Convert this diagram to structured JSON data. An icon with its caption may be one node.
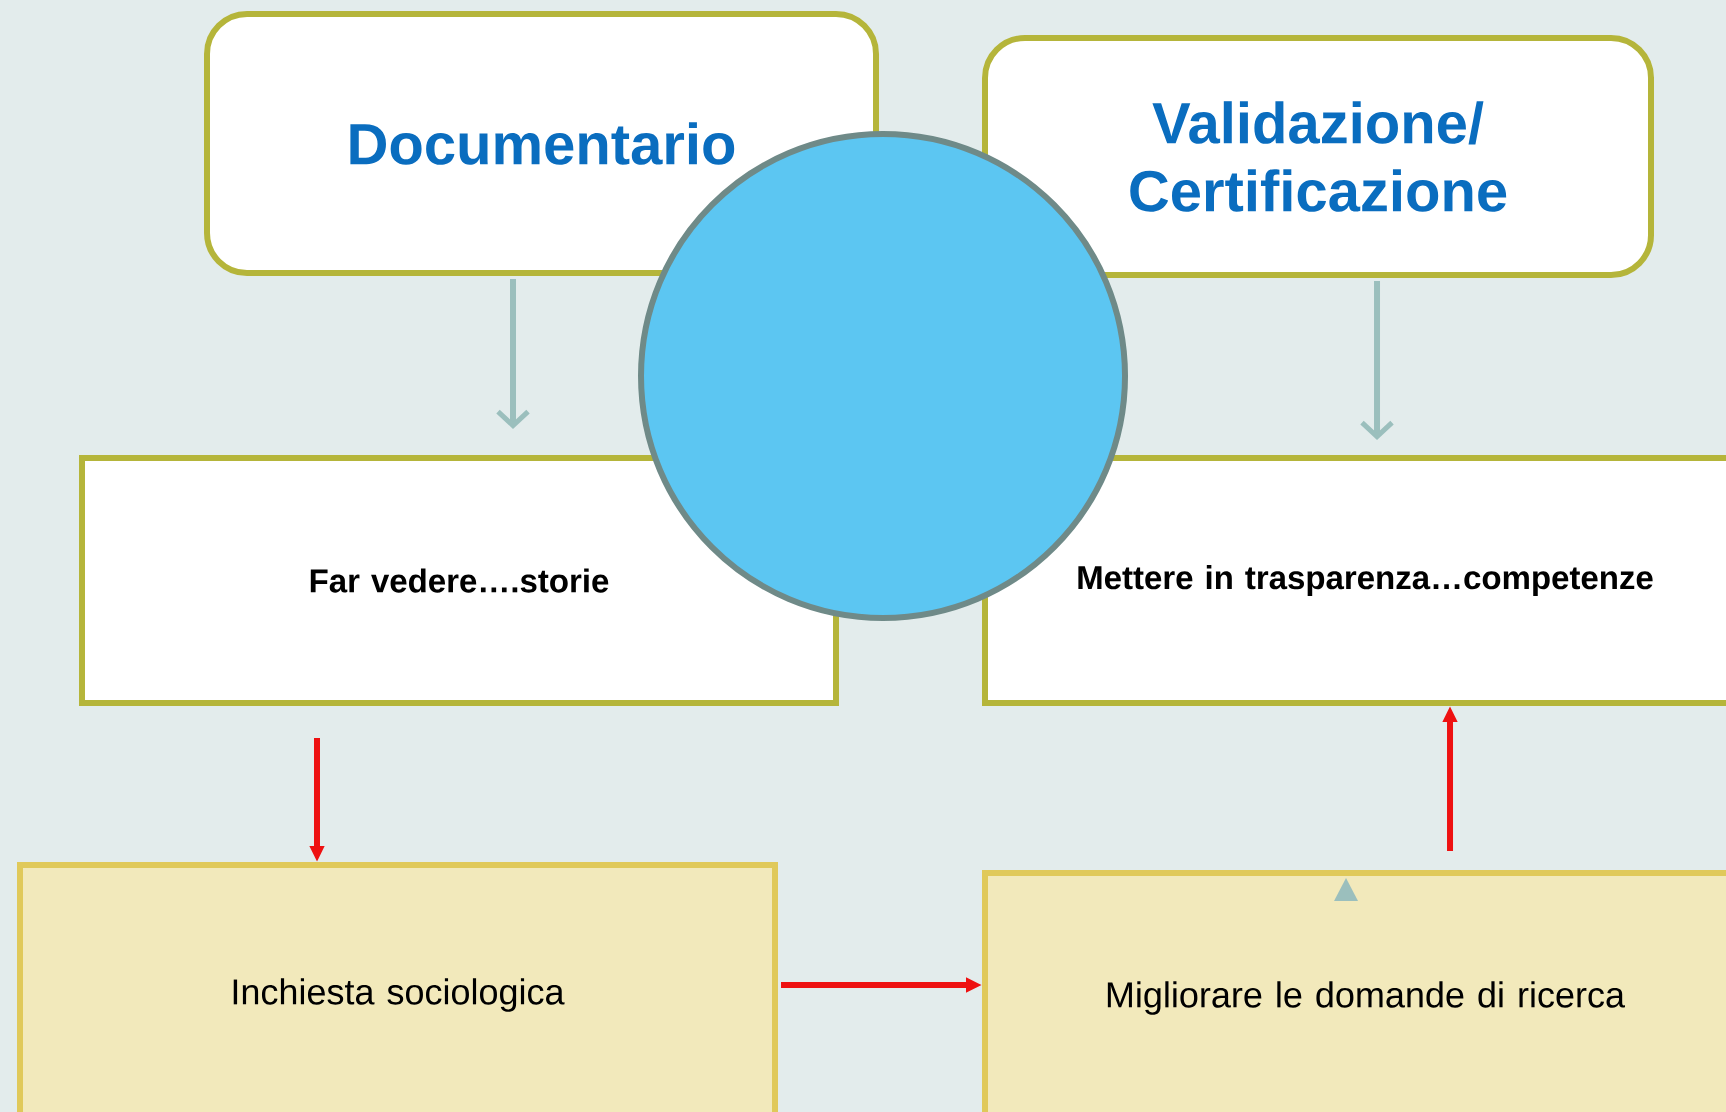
{
  "diagram": {
    "nodes": [
      {
        "text": [
          "Documentario"
        ]
      },
      {
        "text": [
          "Validazione/ Certificazione"
        ]
      },
      {
        "text": [],
        "shape": "circle"
      },
      {
        "text": [
          "Far vedere….storie"
        ]
      },
      {
        "text": [
          "Mettere in trasparenza…competenze"
        ]
      },
      {
        "text": [
          "Inchiesta sociologica"
        ]
      },
      {
        "text": [
          "Migliorare le domande di ricerca"
        ]
      }
    ],
    "edges": [
      {
        "from": 0,
        "to": 3,
        "arrow": "to",
        "color": "#9bbfbd"
      },
      {
        "from": 1,
        "to": 4,
        "arrow": "to",
        "color": "#9bbfbd"
      },
      {
        "from": 3,
        "to": 5,
        "arrow": "to"
      },
      {
        "from": 5,
        "to": 6,
        "arrow": "to"
      },
      {
        "from": 6,
        "to": 4,
        "arrow": "to"
      }
    ]
  }
}
